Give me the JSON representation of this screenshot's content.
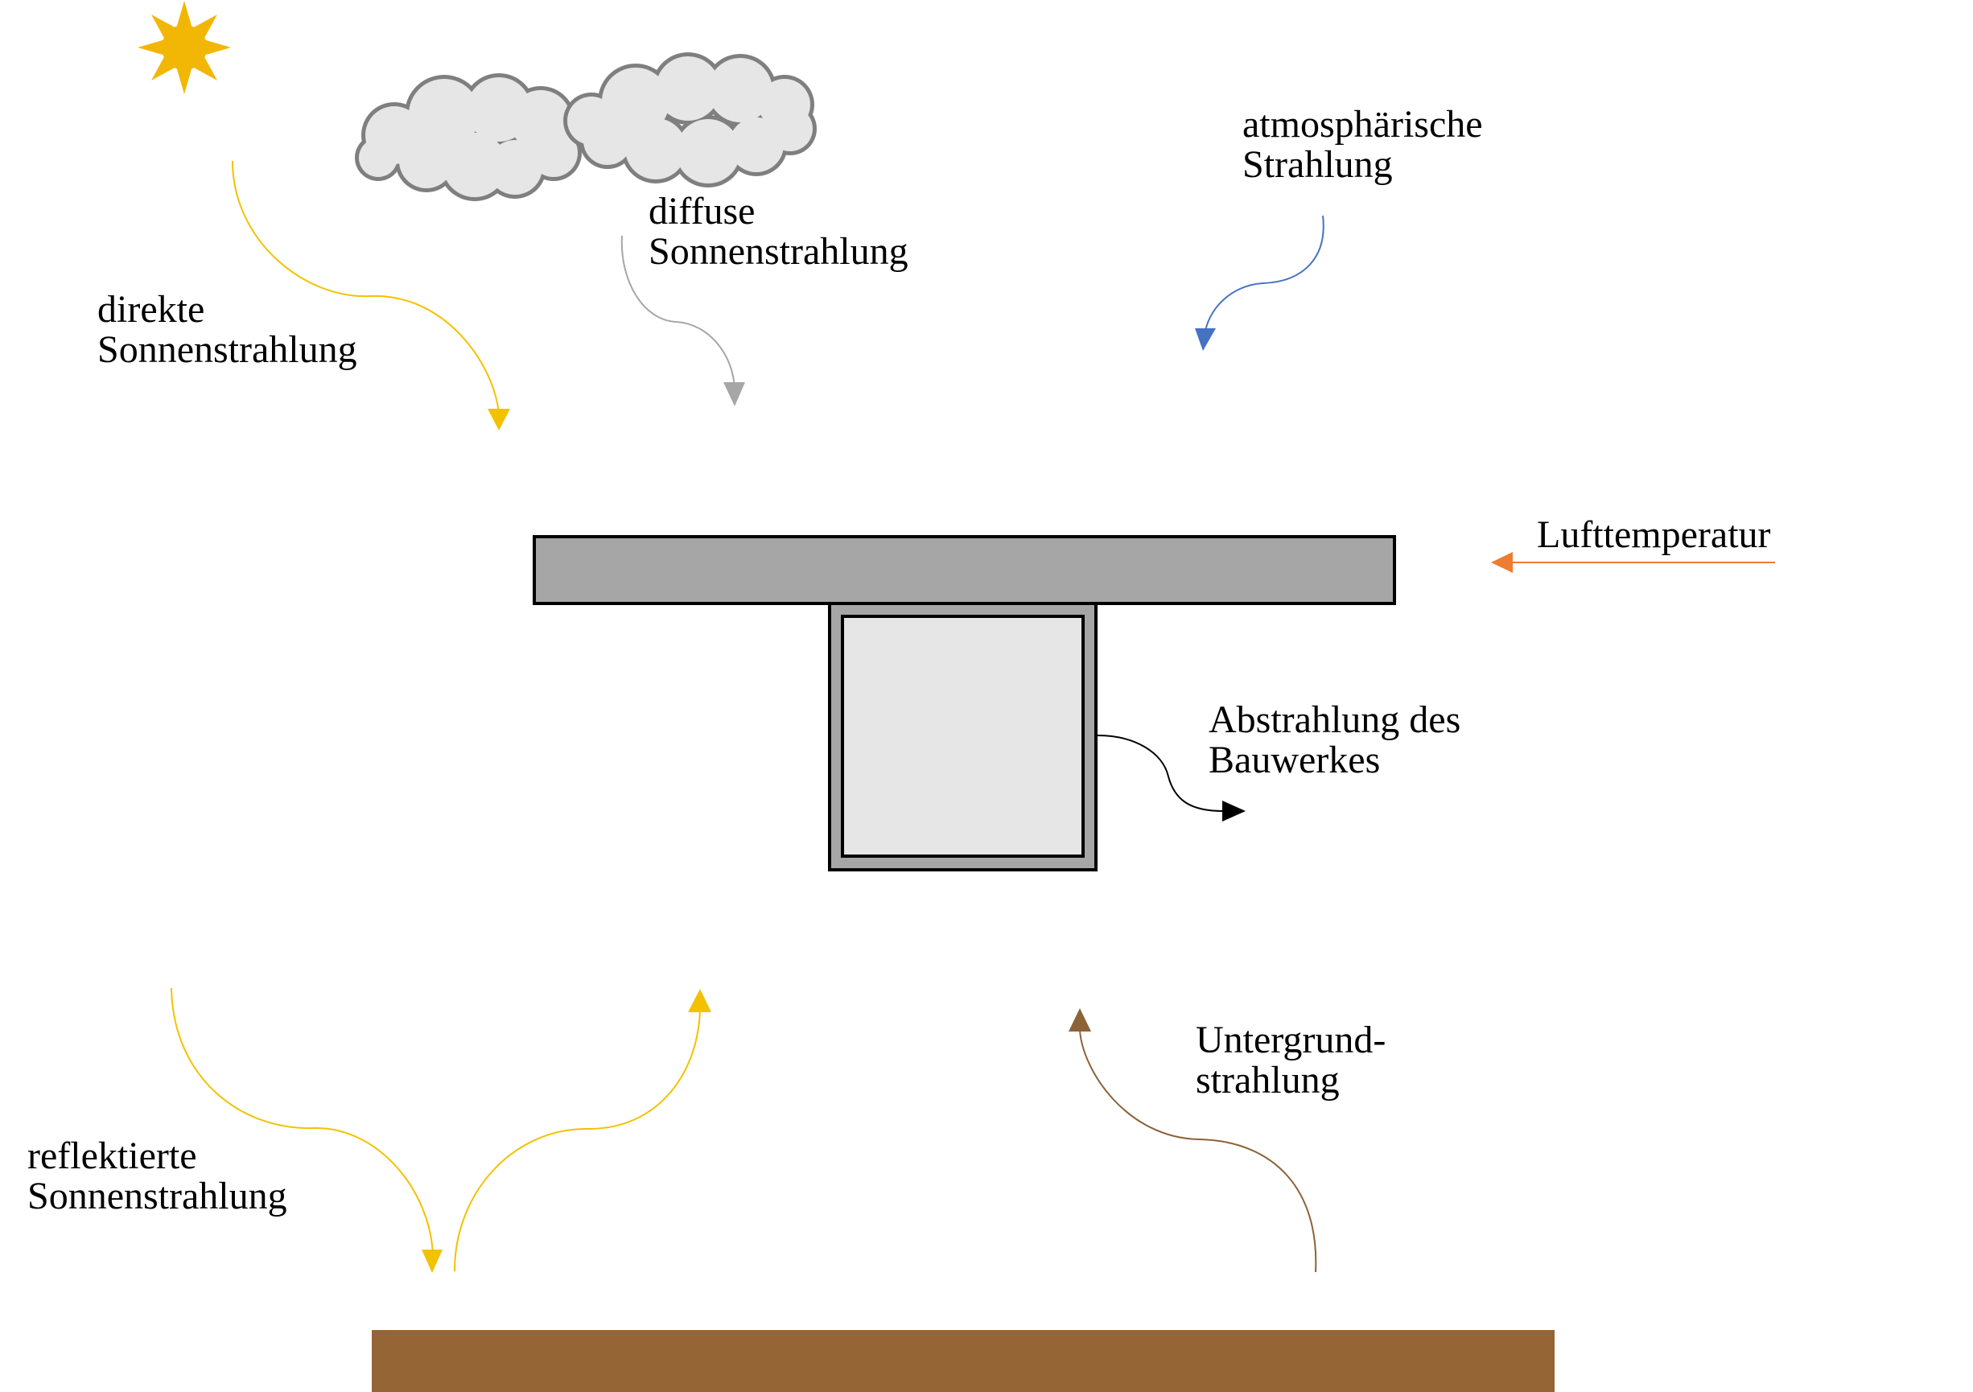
{
  "labels": {
    "direct": [
      "direkte",
      "Sonnenstrahlung"
    ],
    "diffuse": [
      "diffuse",
      "Sonnenstrahlung"
    ],
    "atmospheric": [
      "atmosphärische",
      "Strahlung"
    ],
    "air_temperature": [
      "Lufttemperatur"
    ],
    "emission": [
      "Abstrahlung des",
      "Bauwerkes"
    ],
    "ground": [
      "Untergrund-",
      "strahlung"
    ],
    "reflected": [
      "reflektierte",
      "Sonnenstrahlung"
    ]
  },
  "colors": {
    "sun": "#F2B705",
    "direct": "#F2C200",
    "diffuse": "#A6A6A6",
    "atmospheric": "#4472C4",
    "air_temperature": "#ED7D31",
    "emission": "#000000",
    "ground_radiation": "#8C6239",
    "reflected": "#F2C200",
    "ground": "#956535",
    "deck": "#A6A6A6",
    "box_outer": "#A6A6A6",
    "box_inner": "#E6E6E6",
    "cloud_fill": "#E6E6E6",
    "cloud_stroke": "#7F7F7F"
  },
  "icons": [
    "sun-icon",
    "cloud-icon"
  ]
}
